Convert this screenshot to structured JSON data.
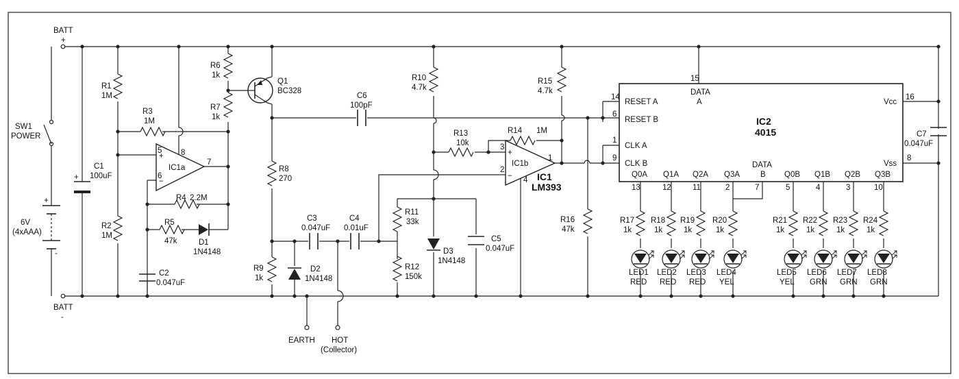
{
  "battery": {
    "batt_top": "BATT",
    "plus_sign": "+",
    "batt_bottom": "BATT",
    "minus_sign": "-",
    "switch_name": "SW1",
    "switch_function": "POWER",
    "cell_voltage": "6V",
    "cell_type": "(4xAAA)",
    "cell_plus": "+",
    "cell_minus": "-"
  },
  "components": {
    "r1": {
      "name": "R1",
      "value": "1M"
    },
    "r2": {
      "name": "R2",
      "value": "1M"
    },
    "r3": {
      "name": "R3",
      "value": "1M"
    },
    "r4": {
      "name": "R4",
      "value": "2.2M"
    },
    "r5": {
      "name": "R5",
      "value": "47k"
    },
    "r6": {
      "name": "R6",
      "value": "1k"
    },
    "r7": {
      "name": "R7",
      "value": "1k"
    },
    "r8": {
      "name": "R8",
      "value": "270"
    },
    "r9": {
      "name": "R9",
      "value": "1k"
    },
    "r10": {
      "name": "R10",
      "value": "4.7k"
    },
    "r11": {
      "name": "R11",
      "value": "33k"
    },
    "r12": {
      "name": "R12",
      "value": "150k"
    },
    "r13": {
      "name": "R13",
      "value": "10k"
    },
    "r14": {
      "name": "R14",
      "value": "1M"
    },
    "r15": {
      "name": "R15",
      "value": "4.7k"
    },
    "r16": {
      "name": "R16",
      "value": "47k"
    },
    "c1": {
      "name": "C1",
      "value": "100uF",
      "plus": "+"
    },
    "c2": {
      "name": "C2",
      "value": "0.047uF"
    },
    "c3": {
      "name": "C3",
      "value": "0.047uF"
    },
    "c4": {
      "name": "C4",
      "value": "0.01uF"
    },
    "c5": {
      "name": "C5",
      "value": "0.047uF"
    },
    "c6": {
      "name": "C6",
      "value": "100pF"
    },
    "c7": {
      "name": "C7",
      "value": "0.047uF"
    },
    "d1": {
      "name": "D1",
      "value": "1N4148"
    },
    "d2": {
      "name": "D2",
      "value": "1N4148"
    },
    "d3": {
      "name": "D3",
      "value": "1N4148"
    },
    "q1": {
      "name": "Q1",
      "value": "BC328"
    }
  },
  "ic1": {
    "a_label": "IC1a",
    "b_label": "IC1b",
    "name": "IC1",
    "part": "LM393",
    "plus": "+",
    "minus": "−",
    "pin5": "5",
    "pin6": "6",
    "pin7": "7",
    "pin8": "8",
    "pin1": "1",
    "pin2": "2",
    "pin3": "3",
    "pin4": "4"
  },
  "ic2": {
    "name": "IC2",
    "part": "4015",
    "data_a": "DATA",
    "data_a_sub": "A",
    "data_b": "DATA",
    "data_b_sub": "B",
    "reset_a": "RESET A",
    "reset_b": "RESET B",
    "clk_a": "CLK A",
    "clk_b": "CLK B",
    "vcc": "Vcc",
    "vss": "Vss",
    "q0a": "Q0A",
    "q1a": "Q1A",
    "q2a": "Q2A",
    "q3a": "Q3A",
    "q0b": "Q0B",
    "q1b": "Q1B",
    "q2b": "Q2B",
    "q3b": "Q3B",
    "pin15": "15",
    "pin14": "14",
    "pin6": "6",
    "pin1": "1",
    "pin9": "9",
    "pin16": "16",
    "pin8": "8",
    "pin13": "13",
    "pin12": "12",
    "pin11": "11",
    "pin2": "2",
    "pin7": "7",
    "pin5": "5",
    "pin4": "4",
    "pin3": "3",
    "pin10": "10"
  },
  "led_resistors": [
    {
      "name": "R17",
      "value": "1k"
    },
    {
      "name": "R18",
      "value": "1k"
    },
    {
      "name": "R19",
      "value": "1k"
    },
    {
      "name": "R20",
      "value": "1k"
    },
    {
      "name": "R21",
      "value": "1k"
    },
    {
      "name": "R22",
      "value": "1k"
    },
    {
      "name": "R23",
      "value": "1k"
    },
    {
      "name": "R24",
      "value": "1k"
    }
  ],
  "leds": [
    {
      "name": "LED1",
      "color": "RED"
    },
    {
      "name": "LED2",
      "color": "RED"
    },
    {
      "name": "LED3",
      "color": "RED"
    },
    {
      "name": "LED4",
      "color": "YEL"
    },
    {
      "name": "LED5",
      "color": "YEL"
    },
    {
      "name": "LED6",
      "color": "GRN"
    },
    {
      "name": "LED7",
      "color": "GRN"
    },
    {
      "name": "LED8",
      "color": "GRN"
    }
  ],
  "probes": {
    "earth": "EARTH",
    "hot": "HOT",
    "hot_sub": "(Collector)"
  }
}
